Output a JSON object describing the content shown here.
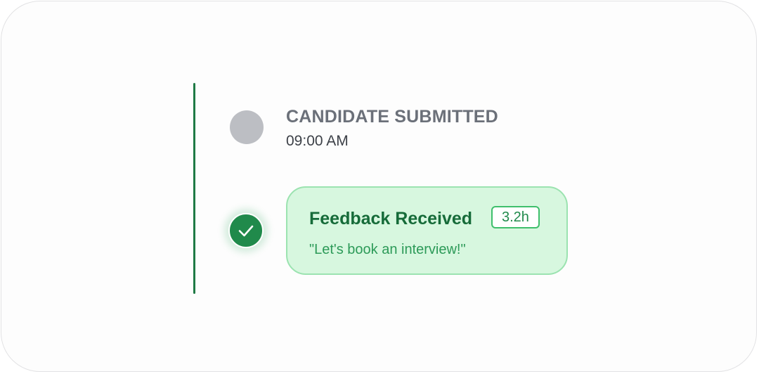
{
  "timeline": {
    "steps": [
      {
        "title": "CANDIDATE SUBMITTED",
        "time": "09:00 AM",
        "status": "pending",
        "icon": "circle-icon"
      },
      {
        "title": "Feedback Received",
        "duration": "3.2h",
        "message": "\"Let's book an interview!\"",
        "status": "completed",
        "icon": "check-icon"
      }
    ]
  },
  "colors": {
    "accent": "#1f7a45",
    "pending_dot": "#bcbec3",
    "card_bg": "#d7f7df",
    "card_border": "#9be3b0"
  }
}
